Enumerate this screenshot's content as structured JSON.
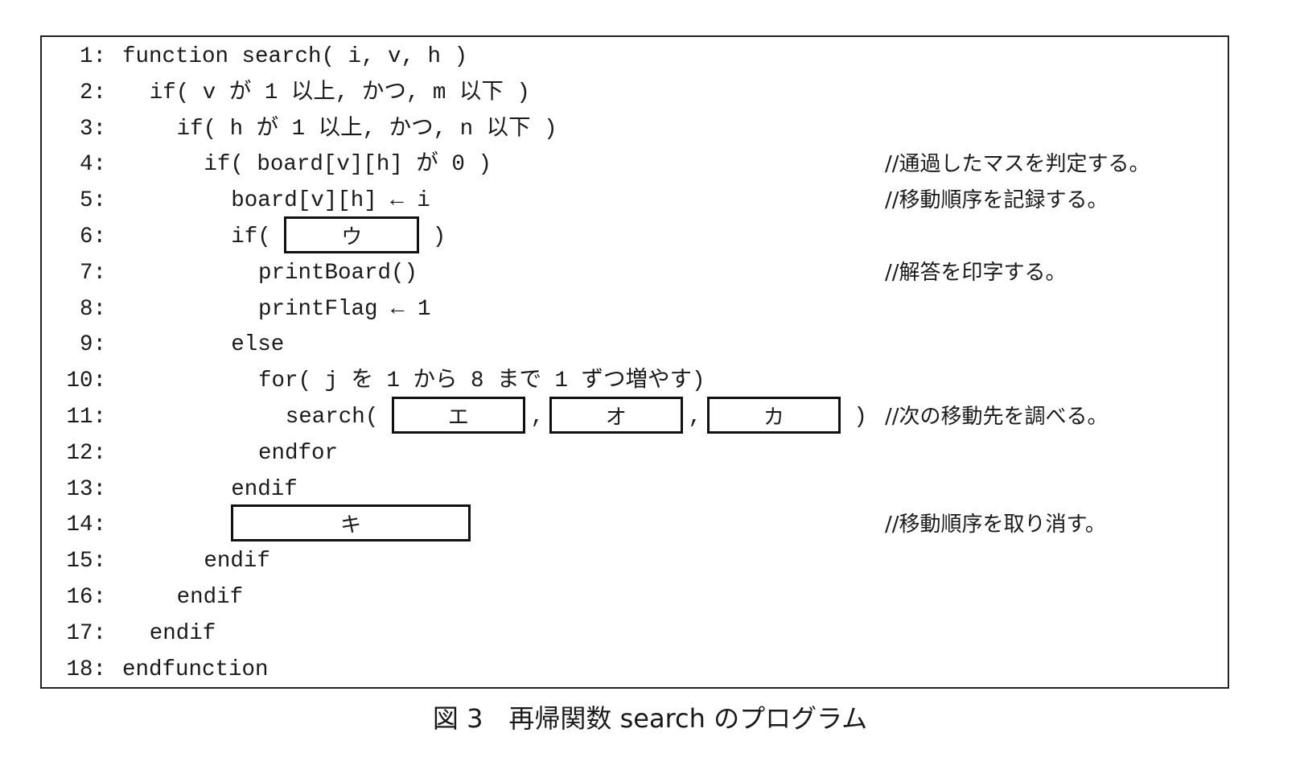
{
  "lines": [
    {
      "num": "1:",
      "indent": 0,
      "segments": [
        {
          "t": "function search( i, v, h )"
        }
      ]
    },
    {
      "num": "2:",
      "indent": 1,
      "segments": [
        {
          "t": "if( v が 1 以上, かつ, m 以下 )"
        }
      ]
    },
    {
      "num": "3:",
      "indent": 2,
      "segments": [
        {
          "t": "if( h が 1 以上, かつ, n 以下 )"
        }
      ]
    },
    {
      "num": "4:",
      "indent": 3,
      "segments": [
        {
          "t": "if( board[v][h] が 0 )"
        }
      ],
      "comment": "//通過したマスを判定する。"
    },
    {
      "num": "5:",
      "indent": 4,
      "segments": [
        {
          "t": "board[v][h] ← i"
        }
      ],
      "comment": "//移動順序を記録する。"
    },
    {
      "num": "6:",
      "indent": 4,
      "segments": [
        {
          "t": "if( "
        },
        {
          "blank": "ウ",
          "w": 168
        },
        {
          "t": " )"
        }
      ]
    },
    {
      "num": "7:",
      "indent": 5,
      "segments": [
        {
          "t": "printBoard()"
        }
      ],
      "comment": "//解答を印字する。"
    },
    {
      "num": "8:",
      "indent": 5,
      "segments": [
        {
          "t": "printFlag ← 1"
        }
      ]
    },
    {
      "num": "9:",
      "indent": 4,
      "segments": [
        {
          "t": "else"
        }
      ]
    },
    {
      "num": "10:",
      "indent": 5,
      "segments": [
        {
          "t": "for( j を 1 から 8 まで 1 ずつ増やす)"
        }
      ]
    },
    {
      "num": "11:",
      "indent": 6,
      "segments": [
        {
          "t": "search( "
        },
        {
          "blank": "エ",
          "w": 166
        },
        {
          "sep": ","
        },
        {
          "blank": "オ",
          "w": 166
        },
        {
          "sep": ","
        },
        {
          "blank": "カ",
          "w": 166
        },
        {
          "t": " )"
        }
      ],
      "comment": "//次の移動先を調べる。"
    },
    {
      "num": "12:",
      "indent": 5,
      "segments": [
        {
          "t": "endfor"
        }
      ]
    },
    {
      "num": "13:",
      "indent": 4,
      "segments": [
        {
          "t": "endif"
        }
      ]
    },
    {
      "num": "14:",
      "indent": 4,
      "segments": [
        {
          "blank": "キ",
          "w": 298
        }
      ],
      "comment": "//移動順序を取り消す。"
    },
    {
      "num": "15:",
      "indent": 3,
      "segments": [
        {
          "t": "endif"
        }
      ]
    },
    {
      "num": "16:",
      "indent": 2,
      "segments": [
        {
          "t": "endif"
        }
      ]
    },
    {
      "num": "17:",
      "indent": 1,
      "segments": [
        {
          "t": "endif"
        }
      ]
    },
    {
      "num": "18:",
      "indent": 0,
      "segments": [
        {
          "t": "endfunction"
        }
      ]
    }
  ],
  "caption": "図 3　再帰関数 search のプログラム"
}
